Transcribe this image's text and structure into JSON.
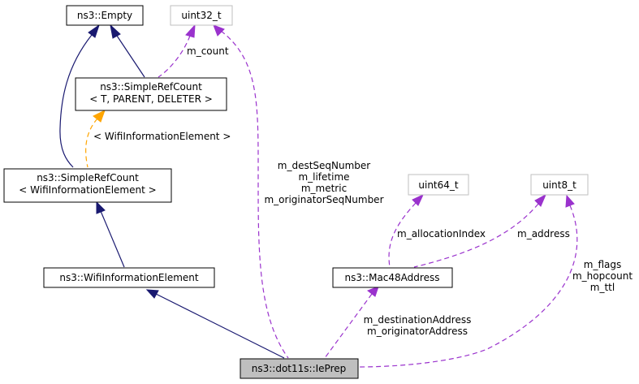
{
  "colors": {
    "inheritance": "#191970",
    "usage": "#9a32cd",
    "template": "#ffa500",
    "focus_fill": "#bfbfbf",
    "external_border": "#bfbfbf"
  },
  "nodes": {
    "empty": {
      "label": "ns3::Empty"
    },
    "uint32": {
      "label": "uint32_t"
    },
    "simple_ref_tmpl": {
      "line1": "ns3::SimpleRefCount",
      "line2": "< T, PARENT, DELETER >"
    },
    "simple_ref_wie": {
      "line1": "ns3::SimpleRefCount",
      "line2": "< WifiInformationElement >"
    },
    "wifi_ie": {
      "label": "ns3::WifiInformationElement"
    },
    "uint64": {
      "label": "uint64_t"
    },
    "uint8": {
      "label": "uint8_t"
    },
    "mac48": {
      "label": "ns3::Mac48Address"
    },
    "ieprep": {
      "label": "ns3::dot11s::IePrep"
    }
  },
  "edge_labels": {
    "m_count": "m_count",
    "template_arg": "< WifiInformationElement >",
    "uint32_fields": [
      "m_destSeqNumber",
      "m_lifetime",
      "m_metric",
      "m_originatorSeqNumber"
    ],
    "allocation_index": "m_allocationIndex",
    "address": "m_address",
    "uint8_fields": [
      "m_flags",
      "m_hopcount",
      "m_ttl"
    ],
    "mac_fields": [
      "m_destinationAddress",
      "m_originatorAddress"
    ]
  }
}
